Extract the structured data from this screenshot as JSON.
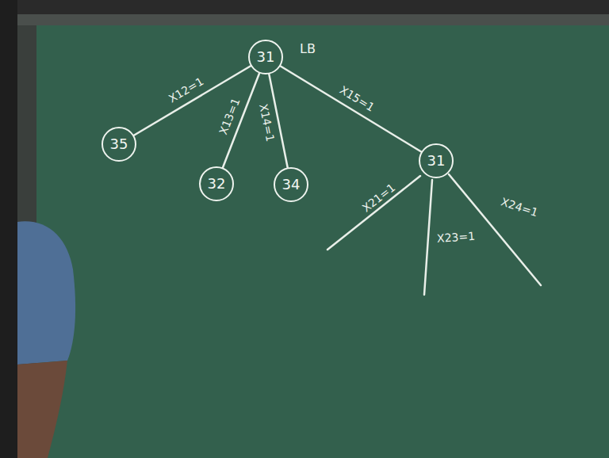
{
  "diagram": {
    "nodes": [
      {
        "text": [
          "31"
        ]
      },
      {
        "text": [
          "35"
        ]
      },
      {
        "text": [
          "32"
        ]
      },
      {
        "text": [
          "34"
        ]
      },
      {
        "text": [
          "31"
        ]
      }
    ],
    "edges": [
      {
        "from": 0,
        "to": 1,
        "label": "X12=1",
        "arrow": "none"
      },
      {
        "from": 0,
        "to": 2,
        "label": "X13=1",
        "arrow": "none"
      },
      {
        "from": 0,
        "to": 3,
        "label": "X14=1",
        "arrow": "none"
      },
      {
        "from": 0,
        "to": 4,
        "label": "X15=1",
        "arrow": "none"
      }
    ],
    "labels": [
      "LB",
      "X21=1",
      "X23=1",
      "X24=1"
    ]
  }
}
